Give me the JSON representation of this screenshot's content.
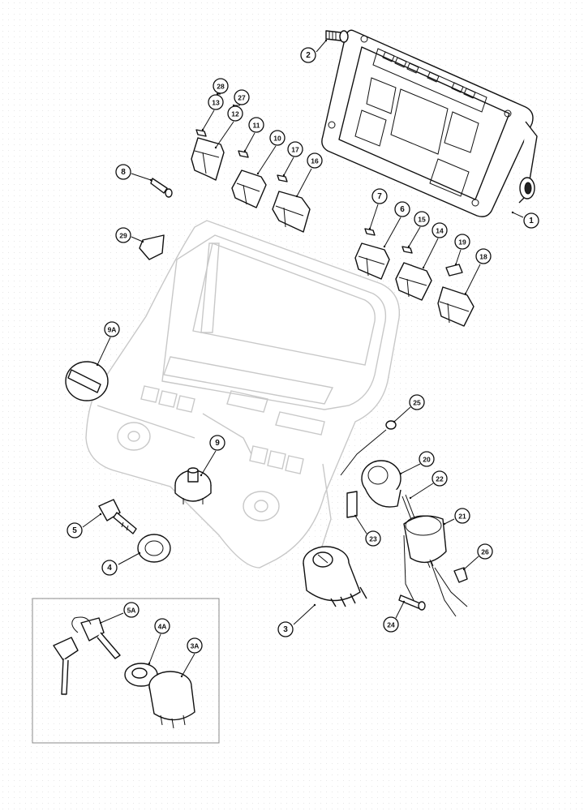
{
  "callouts": [
    {
      "id": "1",
      "label": "1"
    },
    {
      "id": "2",
      "label": "2"
    },
    {
      "id": "3",
      "label": "3"
    },
    {
      "id": "3A",
      "label": "3A"
    },
    {
      "id": "4",
      "label": "4"
    },
    {
      "id": "4A",
      "label": "4A"
    },
    {
      "id": "5",
      "label": "5"
    },
    {
      "id": "5A",
      "label": "5A"
    },
    {
      "id": "6",
      "label": "6"
    },
    {
      "id": "7",
      "label": "7"
    },
    {
      "id": "8",
      "label": "8"
    },
    {
      "id": "9",
      "label": "9"
    },
    {
      "id": "9A",
      "label": "9A"
    },
    {
      "id": "10",
      "label": "10"
    },
    {
      "id": "11",
      "label": "11"
    },
    {
      "id": "12",
      "label": "12"
    },
    {
      "id": "13",
      "label": "13"
    },
    {
      "id": "14",
      "label": "14"
    },
    {
      "id": "15",
      "label": "15"
    },
    {
      "id": "16",
      "label": "16"
    },
    {
      "id": "17",
      "label": "17"
    },
    {
      "id": "18",
      "label": "18"
    },
    {
      "id": "19",
      "label": "19"
    },
    {
      "id": "20",
      "label": "20"
    },
    {
      "id": "21",
      "label": "21"
    },
    {
      "id": "22",
      "label": "22"
    },
    {
      "id": "23",
      "label": "23"
    },
    {
      "id": "24",
      "label": "24"
    },
    {
      "id": "25",
      "label": "25"
    },
    {
      "id": "26",
      "label": "26"
    },
    {
      "id": "27",
      "label": "27"
    },
    {
      "id": "28",
      "label": "28"
    },
    {
      "id": "29",
      "label": "29"
    }
  ]
}
